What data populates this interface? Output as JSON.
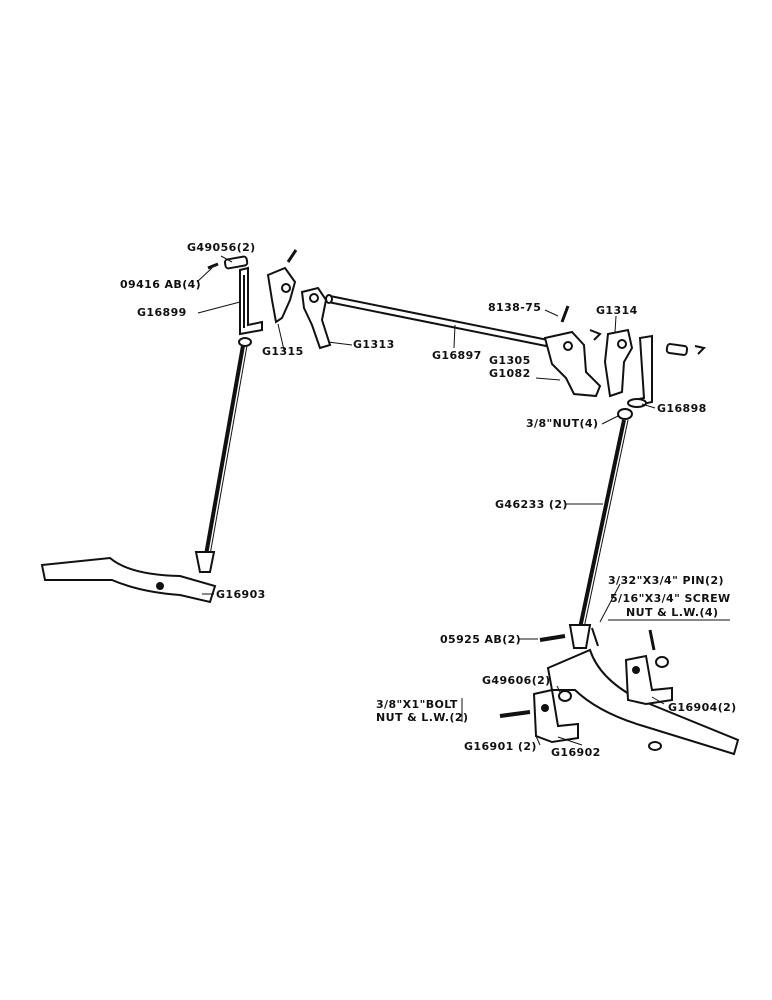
{
  "labels": {
    "g49056": "G49056(2)",
    "p09416": "09416 AB(4)",
    "g16899": "G16899",
    "g1315": "G1315",
    "g1313": "G1313",
    "g16897": "G16897",
    "b8138": "8138-75",
    "g1314": "G1314",
    "g1305": "G1305",
    "g1082": "G1082",
    "g16898": "G16898",
    "nut38": "3/8\"NUT(4)",
    "g46233": "G46233 (2)",
    "g16903": "G16903",
    "pin": "3/32\"X3/4\" PIN(2)",
    "screw1": "5/16\"X3/4\" SCREW",
    "screw2": "NUT & L.W.(4)",
    "p05925": "05925 AB(2)",
    "g49606": "G49606(2)",
    "bolt1": "3/8\"X1\"BOLT",
    "bolt2": "NUT & L.W.(2)",
    "g16904": "G16904(2)",
    "g16901": "G16901 (2)",
    "g16902": "G16902"
  }
}
